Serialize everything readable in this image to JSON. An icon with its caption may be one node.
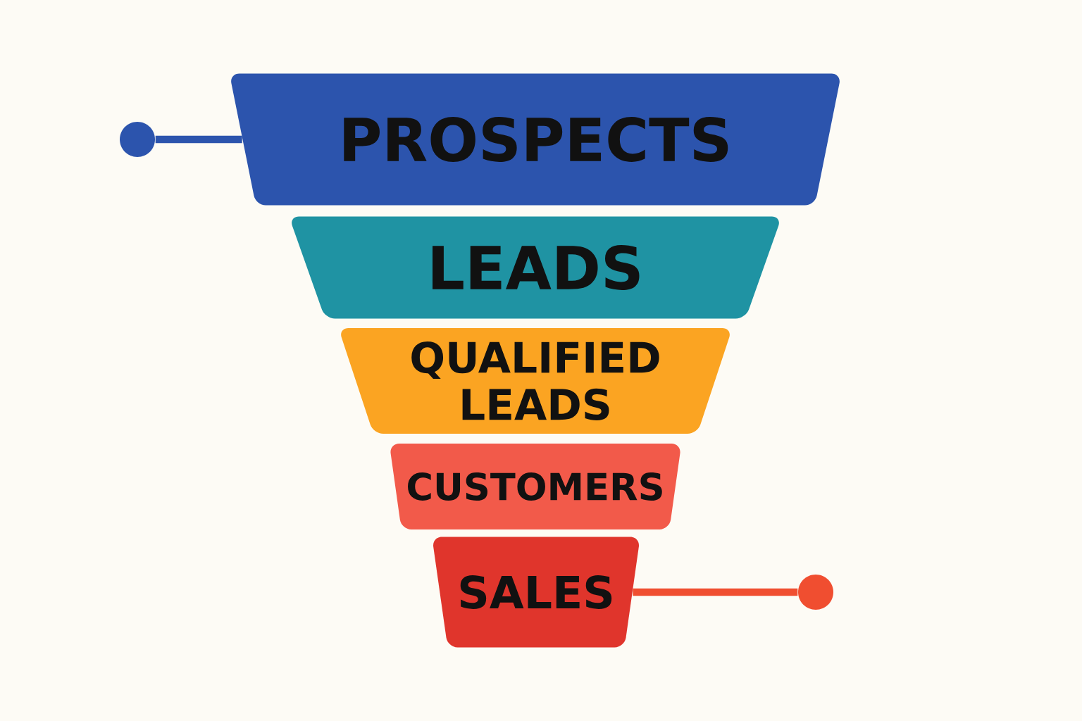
{
  "diagram": {
    "nodes": [
      {
        "text": [
          "PROSPECTS"
        ]
      },
      {
        "text": [
          "LEADS"
        ]
      },
      {
        "text": [
          "QUALIFIED LEADS"
        ]
      },
      {
        "text": [
          "CUSTOMERS"
        ]
      },
      {
        "text": [
          "SALES"
        ]
      },
      {
        "text": [],
        "shape": "circle"
      },
      {
        "text": [],
        "shape": "circle"
      }
    ],
    "edges": [
      {
        "from": 5,
        "to": 0,
        "arrow": "none",
        "color": "#2c54ad"
      },
      {
        "from": 4,
        "to": 6,
        "arrow": "none",
        "color": "#f04e30"
      }
    ]
  }
}
